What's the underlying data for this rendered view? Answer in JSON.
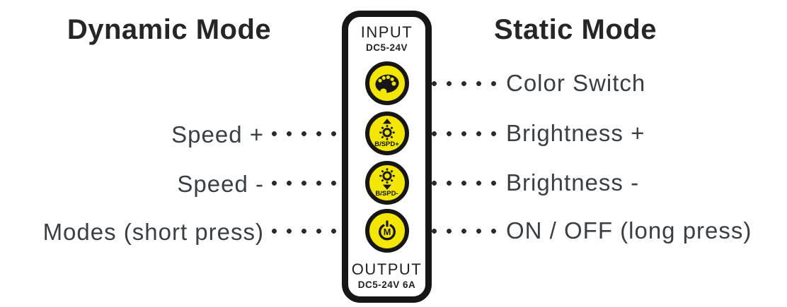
{
  "colors": {
    "yellow": "#F3E600",
    "outline": "#161616",
    "dot": "#2B2B2B",
    "label": "#3A3F44",
    "heading": "#262626"
  },
  "headings": {
    "dynamic": "Dynamic Mode",
    "static": "Static Mode"
  },
  "device": {
    "input_label": "INPUT",
    "input_spec": "DC5-24V",
    "output_label": "OUTPUT",
    "output_spec": "DC5-24V 6A",
    "buttons": [
      {
        "name": "color-switch",
        "icon": "palette-icon",
        "label": ""
      },
      {
        "name": "brightness-speed-plus",
        "icon": "sun-up-arrow-icon",
        "label": "B/SPD+"
      },
      {
        "name": "brightness-speed-minus",
        "icon": "sun-down-arrow-icon",
        "label": "B/SPD-"
      },
      {
        "name": "power-mode",
        "icon": "power-m-icon",
        "label": "M"
      }
    ]
  },
  "dynamic_labels": {
    "speed_plus": "Speed +",
    "speed_minus": "Speed -",
    "modes": "Modes (short press)"
  },
  "static_labels": {
    "color_switch": "Color Switch",
    "brightness_plus": "Brightness +",
    "brightness_minus": "Brightness -",
    "on_off": "ON / OFF (long press)"
  }
}
